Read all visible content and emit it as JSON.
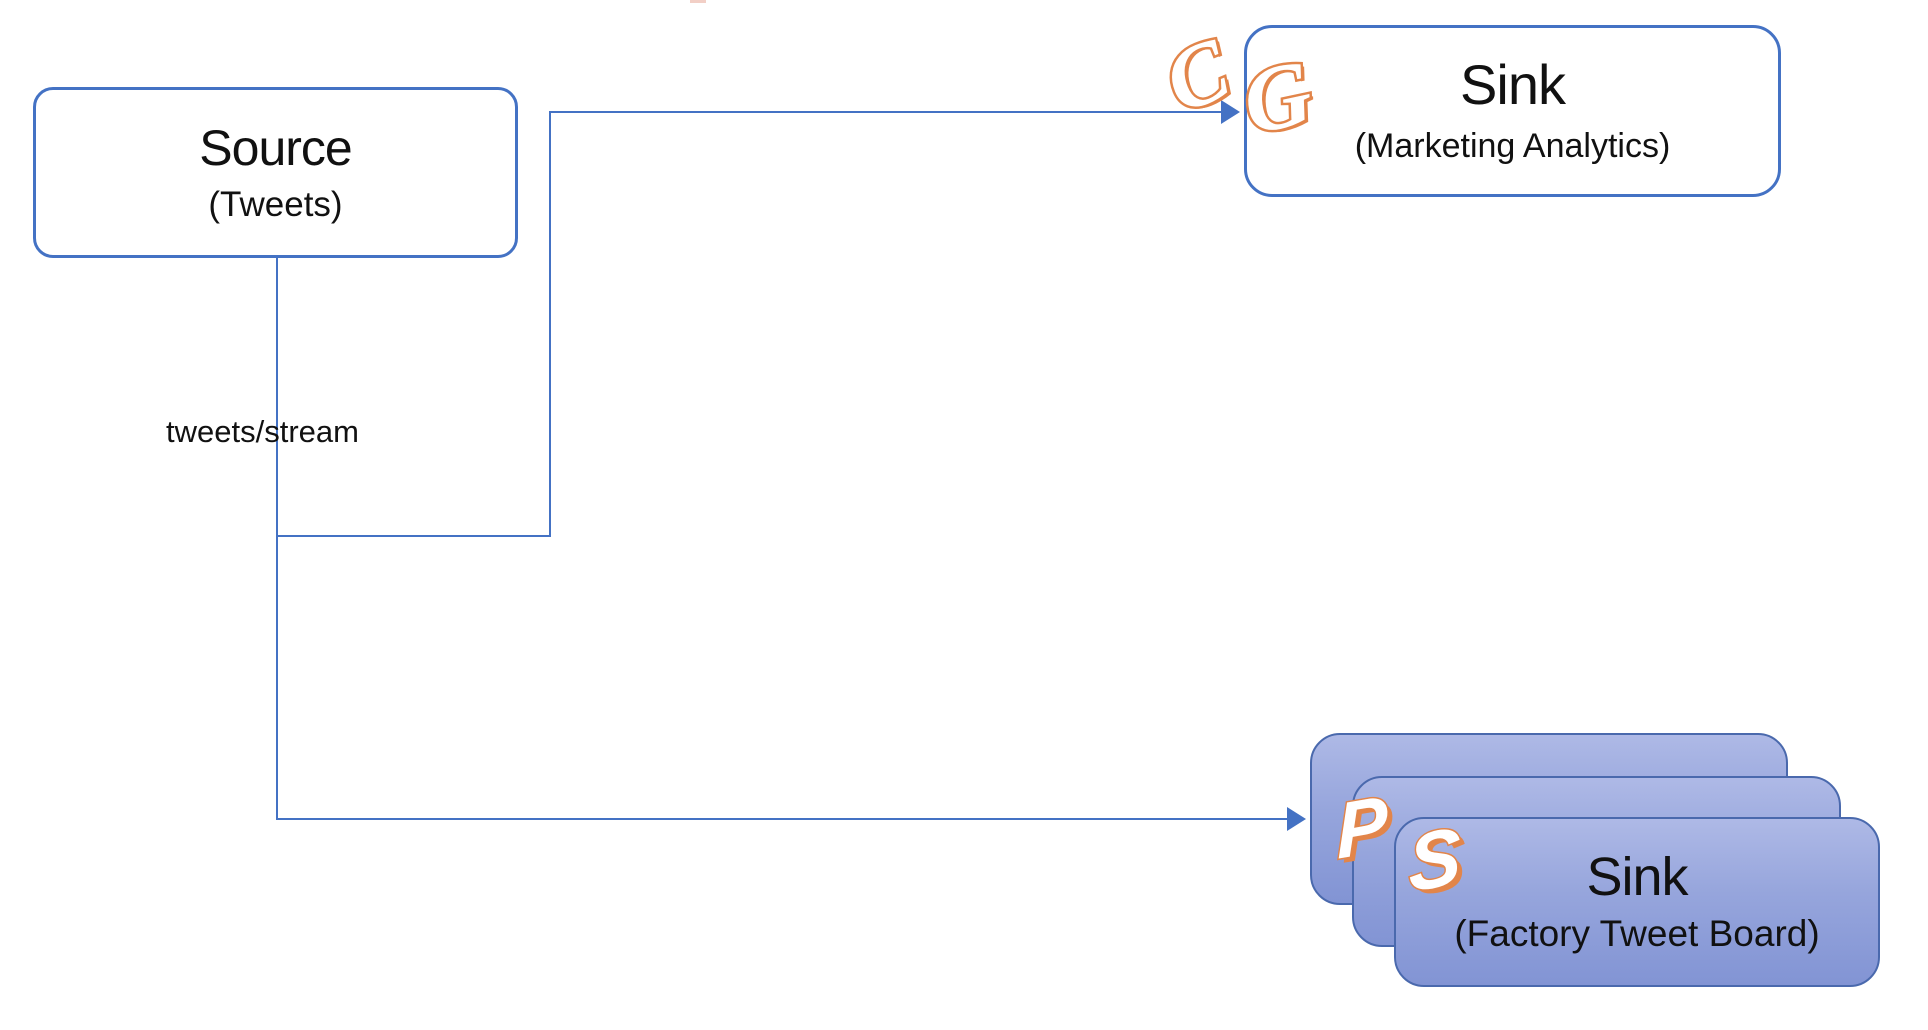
{
  "diagram": {
    "background_color": "#ffffff",
    "connector_color": "#4472C4",
    "box_border_color": "#4472C4",
    "stack_border_color": "#4A69AD",
    "stack_fill_top": "#AEB9E6",
    "stack_fill_bottom": "#8294D4",
    "logo_orange": "#E2854A",
    "text_color": "#111111",
    "nodes": {
      "source": {
        "title": "Source",
        "subtitle": "(Tweets)"
      },
      "sink_marketing": {
        "title": "Sink",
        "subtitle": "(Marketing Analytics)"
      },
      "sink_factory": {
        "title": "Sink",
        "subtitle": "(Factory Tweet Board)"
      }
    },
    "edges": {
      "stream_label": "tweets/stream"
    },
    "logos": {
      "cg": {
        "letter1": "C",
        "letter2": "G"
      },
      "ps": {
        "letter1": "P",
        "letter2": "S"
      }
    }
  }
}
